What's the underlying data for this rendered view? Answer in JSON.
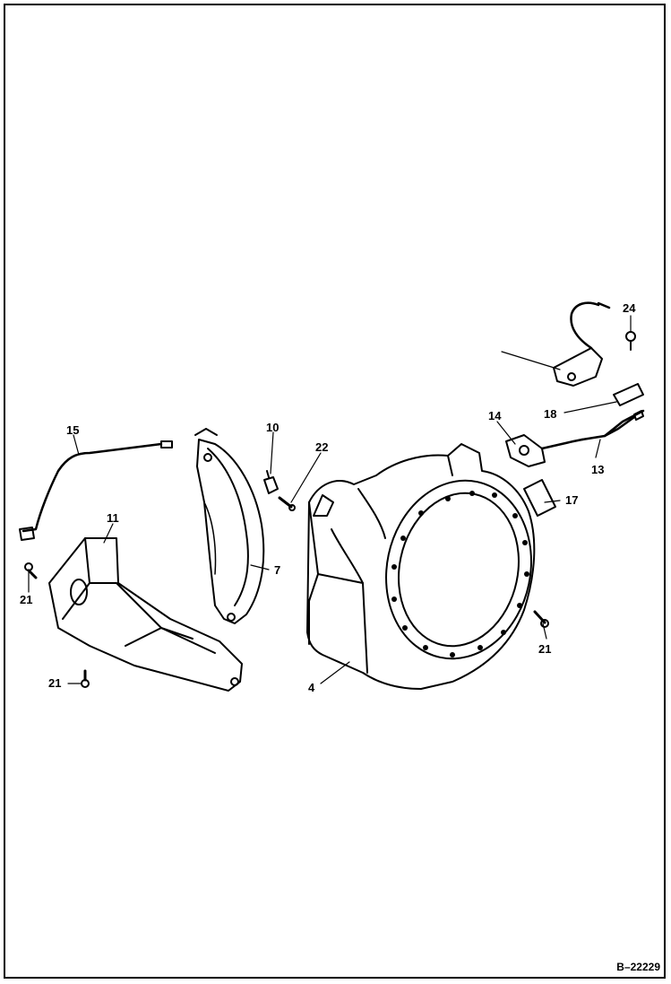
{
  "diagram": {
    "reference": "B–22229",
    "callouts": [
      {
        "id": "c24",
        "text": "24"
      },
      {
        "id": "c18",
        "text": "18"
      },
      {
        "id": "c14",
        "text": "14"
      },
      {
        "id": "c13",
        "text": "13"
      },
      {
        "id": "c17",
        "text": "17"
      },
      {
        "id": "c21r",
        "text": "21"
      },
      {
        "id": "c15",
        "text": "15"
      },
      {
        "id": "c10",
        "text": "10"
      },
      {
        "id": "c22",
        "text": "22"
      },
      {
        "id": "c11",
        "text": "11"
      },
      {
        "id": "c7",
        "text": "7"
      },
      {
        "id": "c21a",
        "text": "21"
      },
      {
        "id": "c21b",
        "text": "21"
      },
      {
        "id": "c4",
        "text": "4"
      }
    ]
  }
}
